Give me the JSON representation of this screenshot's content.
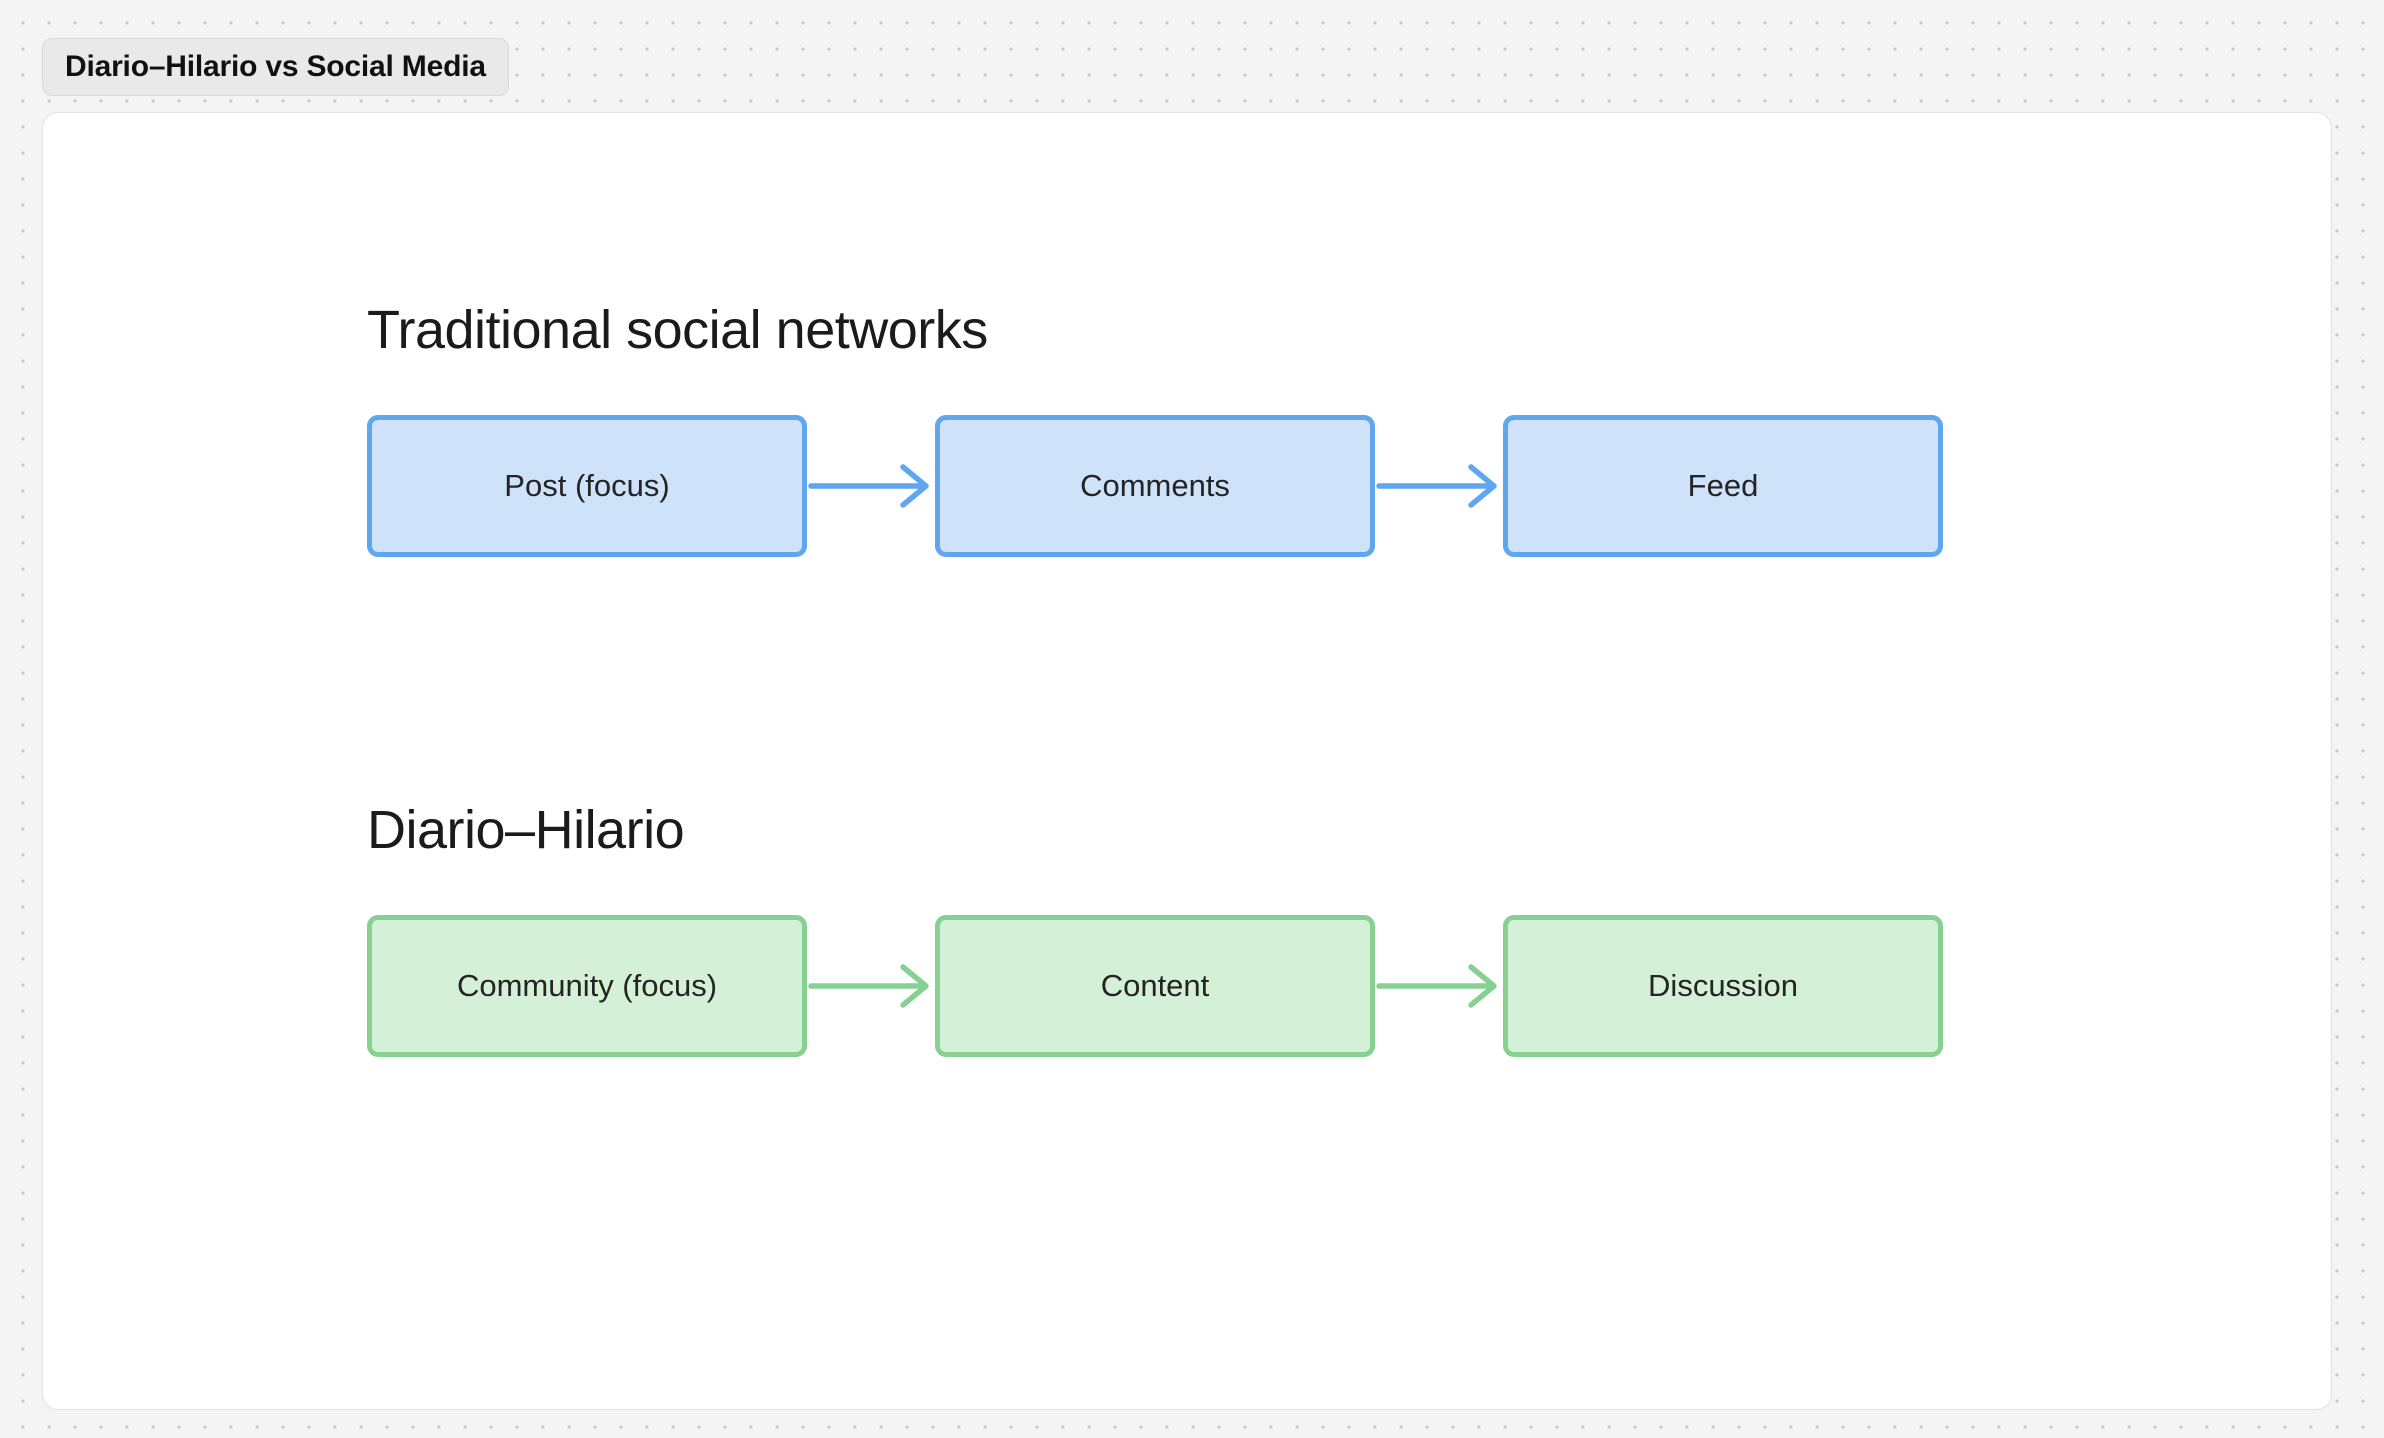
{
  "title_tab": {
    "label": "Diario–Hilario vs Social Media"
  },
  "canvas": {
    "sections": [
      {
        "id": "traditional-social-networks",
        "heading": "Traditional social networks",
        "accent_fill": "#cee2fa",
        "accent_border": "#5fa5f0",
        "nodes": [
          {
            "label": "Post (focus)"
          },
          {
            "label": "Comments"
          },
          {
            "label": "Feed"
          }
        ],
        "connectors": [
          {
            "name": "arrow-right-icon"
          },
          {
            "name": "arrow-right-icon"
          }
        ]
      },
      {
        "id": "diario-hilario",
        "heading": "Diario–Hilario",
        "accent_fill": "#d4f1d8",
        "accent_border": "#86d192",
        "nodes": [
          {
            "label": "Community (focus)"
          },
          {
            "label": "Content"
          },
          {
            "label": "Discussion"
          }
        ],
        "connectors": [
          {
            "name": "arrow-right-icon"
          },
          {
            "name": "arrow-right-icon"
          }
        ]
      }
    ]
  },
  "theme": {
    "background": "#f4f4f4",
    "dot_grid": "#c9c9c9",
    "canvas_background": "#ffffff",
    "text": "#242424",
    "heading_text": "#1b1b1b",
    "tab_background": "#e9e9e9"
  }
}
